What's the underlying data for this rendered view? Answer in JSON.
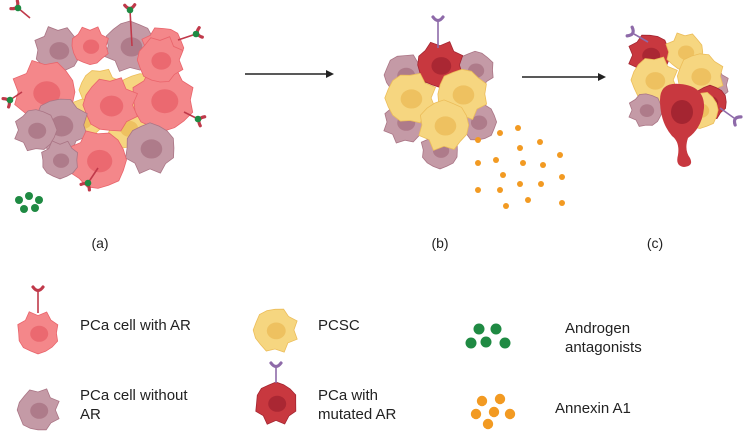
{
  "panels": {
    "a": "(a)",
    "b": "(b)",
    "c": "(c)"
  },
  "legend": {
    "pca_ar": [
      "PCa cell with AR"
    ],
    "pca_no_ar": [
      "PCa cell without",
      "AR"
    ],
    "pcsc": [
      "PCSC"
    ],
    "pca_mut": [
      "PCa with",
      "mutated AR"
    ],
    "androgen": [
      "Androgen",
      "antagonists"
    ],
    "annexin": [
      "Annexin A1"
    ]
  },
  "colors": {
    "pink_cell": "#f4878a",
    "pink_nucleus": "#e9646b",
    "mauve_cell": "#c49aa6",
    "mauve_nucleus": "#aa7585",
    "yellow_cell": "#f6d680",
    "yellow_nucleus": "#ecbd5a",
    "red_cell": "#c8383f",
    "red_nucleus": "#a42531",
    "receptor_red": "#c0394a",
    "receptor_purple": "#8e6aa9",
    "green_dot": "#1f8a43",
    "orange_dot": "#f29a22",
    "arrow": "#222222"
  }
}
